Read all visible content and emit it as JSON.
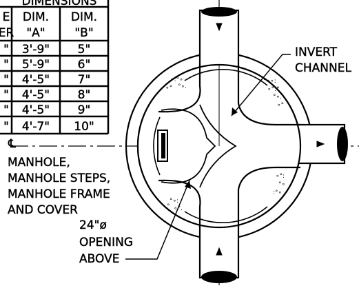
{
  "table": {
    "title": "DIMENSIONS",
    "headers": [
      {
        "line1": "E",
        "line2": "ER"
      },
      {
        "line1": "DIM.",
        "line2": "\"A\""
      },
      {
        "line1": "DIM.",
        "line2": "\"B\""
      }
    ],
    "rows": [
      {
        "c1": "\"",
        "a": "3'-9\"",
        "b": "5\""
      },
      {
        "c1": "\"",
        "a": "5'-9\"",
        "b": "6\""
      },
      {
        "c1": "\"",
        "a": "4'-5\"",
        "b": "7\""
      },
      {
        "c1": "\"",
        "a": "4'-5\"",
        "b": "8\""
      },
      {
        "c1": "\"",
        "a": "4'-5\"",
        "b": "9\""
      },
      {
        "c1": "\"",
        "a": "4'-7\"",
        "b": "10\""
      }
    ]
  },
  "labels": {
    "invert": [
      "INVERT",
      "CHANNEL"
    ],
    "manhole": [
      "MANHOLE,",
      "MANHOLE STEPS,",
      "MANHOLE FRAME",
      "AND COVER"
    ],
    "centerline_mark": "℄",
    "opening": [
      "24\"ø",
      "OPENING",
      "ABOVE"
    ]
  }
}
